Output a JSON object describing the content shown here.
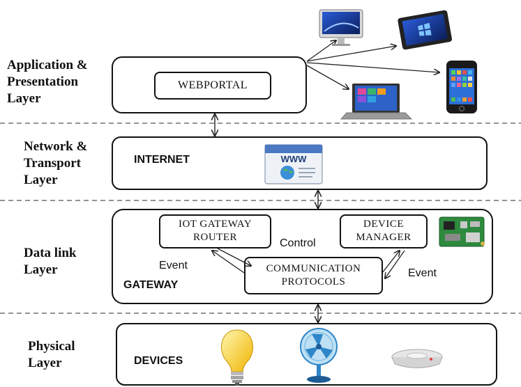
{
  "layers": [
    {
      "label": "Application &\nPresentation\nLayer"
    },
    {
      "label": "Network &\nTransport\nLayer"
    },
    {
      "label": "Data link\nLayer"
    },
    {
      "label": "Physical\nLayer"
    }
  ],
  "boxes": {
    "webportal": "WEBPORTAL",
    "internet": "INTERNET",
    "gateway": "GATEWAY",
    "iot_router": "IOT GATEWAY\nROUTER",
    "device_manager": "DEVICE\nMANAGER",
    "comm_protocols": "COMMUNICATION\nPROTOCOLS",
    "devices": "DEVICES"
  },
  "edges": {
    "control": "Control",
    "event_left": "Event",
    "event_right": "Event"
  },
  "www_icon": "WWW",
  "icons": [
    "desktop-icon",
    "tablet-icon",
    "smartphone-icon",
    "laptop-icon",
    "www-page-icon",
    "circuit-board-icon",
    "light-bulb-icon",
    "fan-icon",
    "smoke-detector-icon"
  ]
}
